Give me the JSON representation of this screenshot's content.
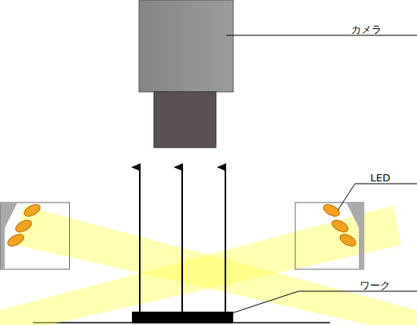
{
  "diagram": {
    "labels": [
      "カメラ",
      "LED",
      "ワーク"
    ]
  }
}
